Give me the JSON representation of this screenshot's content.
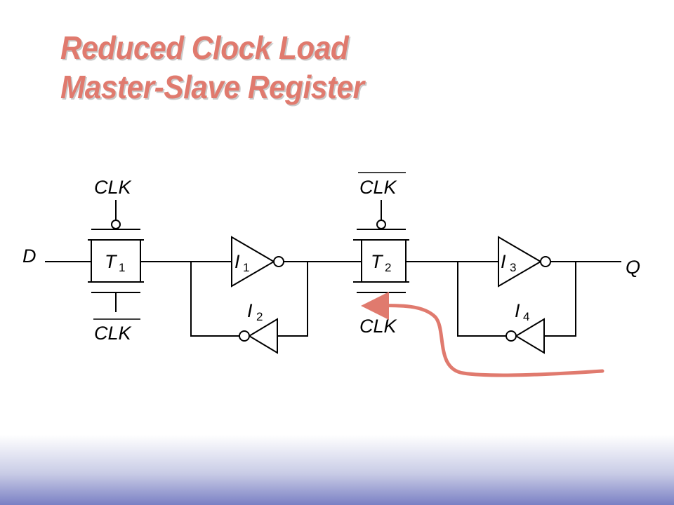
{
  "title": {
    "line1": "Reduced Clock Load",
    "line2": "Master-Slave Register"
  },
  "colors": {
    "title": "#e07a6e",
    "arrow": "#e07a6e",
    "wire": "#000000"
  },
  "labels": {
    "input": "D",
    "output": "Q",
    "t1_clk_top": "CLK",
    "t1_clk_bottom": "CLK",
    "t2_clk_top": "CLK",
    "t2_clk_bottom": "CLK"
  },
  "components": {
    "t1": {
      "letter": "T",
      "sub": "1"
    },
    "t2": {
      "letter": "T",
      "sub": "2"
    },
    "i1": {
      "letter": "I",
      "sub": "1"
    },
    "i2": {
      "letter": "I",
      "sub": "2"
    },
    "i3": {
      "letter": "I",
      "sub": "3"
    },
    "i4": {
      "letter": "I",
      "sub": "4"
    }
  }
}
